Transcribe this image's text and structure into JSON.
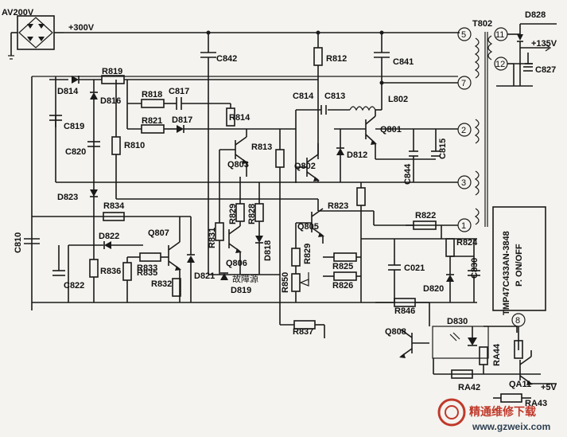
{
  "labels": {
    "ac_in": "AV200V",
    "v300": "+300V",
    "v135": "+135V",
    "v5": "+5V",
    "fault": "故障源",
    "ic_name": "TMP47C433AN-3848",
    "pon": "P. ON/OFF",
    "t802": "T802",
    "l802": "L802"
  },
  "components": {
    "C842": "C842",
    "R812": "R812",
    "C841": "C841",
    "D828": "D828",
    "C827": "C827",
    "R819": "R819",
    "D814": "D814",
    "D816": "D816",
    "R818": "R818",
    "C817": "C817",
    "R821": "R821",
    "D817": "D817",
    "R814": "R814",
    "C814": "C814",
    "C813": "C813",
    "C819": "C819",
    "C820": "C820",
    "R810": "R810",
    "Q803": "Q803",
    "R813": "R813",
    "Q802": "Q802",
    "D812": "D812",
    "Q801": "Q801",
    "C844": "C844",
    "C815": "C815",
    "D823": "D823",
    "R834": "R834",
    "D822": "D822",
    "Q807": "Q807",
    "R833": "R833",
    "R835": "R835",
    "R832": "R832",
    "R836": "R836",
    "C822": "C822",
    "C810": "C810",
    "R831": "R831",
    "R829a": "R829",
    "R828": "R828",
    "Q806": "Q806",
    "D818": "D818",
    "D821": "D821",
    "D819": "D819",
    "R823": "R823",
    "Q805": "Q805",
    "R829b": "R829",
    "R822": "R822",
    "R824": "R824",
    "R825": "R825",
    "C021": "C021",
    "C830": "C830",
    "R850": "R850",
    "R826": "R826",
    "D820": "D820",
    "R846": "R846",
    "R837": "R837",
    "Q808": "Q808",
    "D830": "D830",
    "RA44": "RA44",
    "RA42": "RA42",
    "QA11": "QA11",
    "RA43": "RA43"
  },
  "pins": {
    "p1": "1",
    "p2": "2",
    "p3": "3",
    "p5": "5",
    "p7": "7",
    "p8": "8",
    "p11": "11",
    "p12": "12"
  },
  "watermark": {
    "cn": "精通维修下载",
    "url": "www.gzweix.com"
  },
  "icons": [
    "bridge-rectifier-icon",
    "transformer-icon",
    "transistor-icon",
    "diode-icon",
    "capacitor-icon",
    "resistor-icon",
    "optocoupler-icon",
    "logo-icon"
  ]
}
